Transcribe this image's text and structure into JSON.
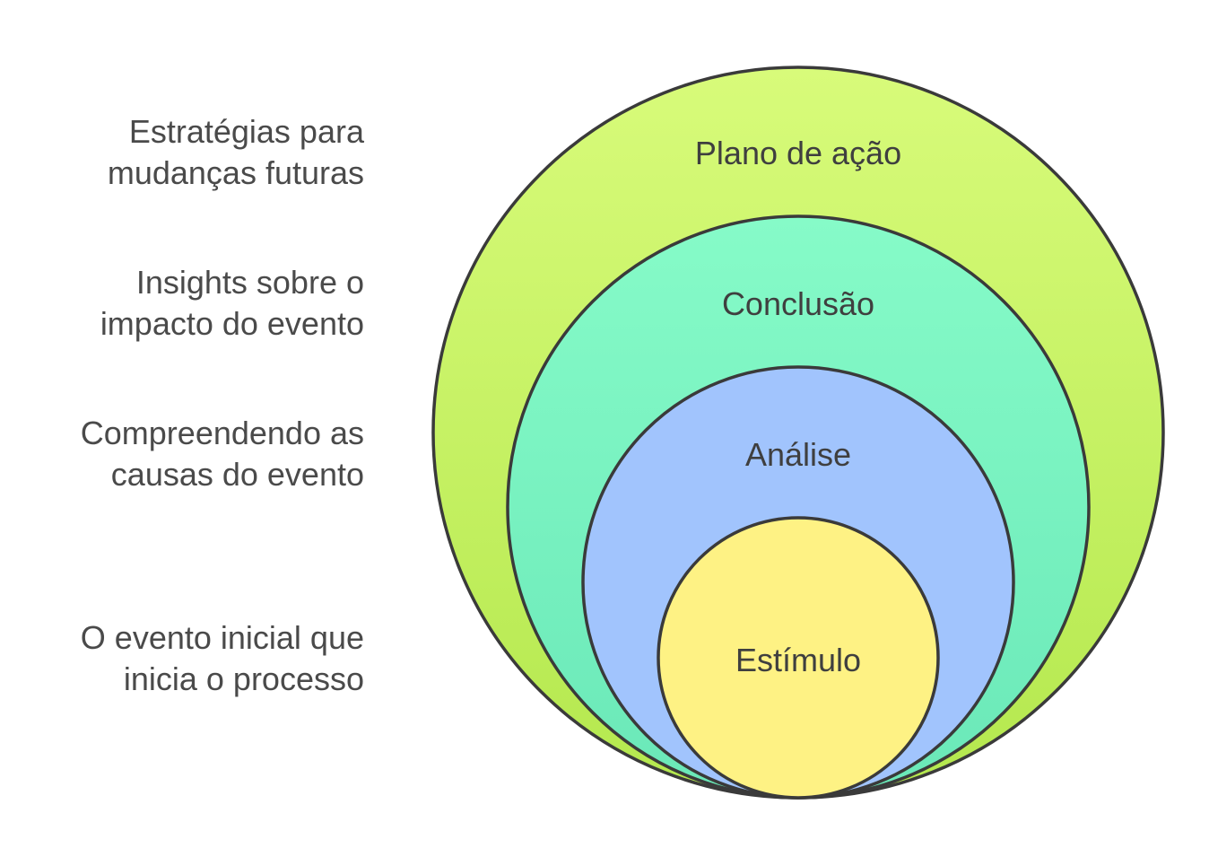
{
  "diagram": {
    "layers": [
      {
        "name": "Plano de ação",
        "color_top": "#d8fb7a",
        "color_bottom": "#b4e84e"
      },
      {
        "name": "Conclusão",
        "color_top": "#86fbc8",
        "color_bottom": "#6ae8b8"
      },
      {
        "name": "Análise",
        "color_top": "#a1c4fd",
        "color_bottom": "#a1c4fd"
      },
      {
        "name": "Estímulo",
        "color_top": "#fef284",
        "color_bottom": "#fef284"
      }
    ],
    "descriptions": [
      {
        "line1": "Estratégias para",
        "line2": "mudanças futuras"
      },
      {
        "line1": "Insights sobre o",
        "line2": "impacto do evento"
      },
      {
        "line1": "Compreendendo as",
        "line2": "causas do evento"
      },
      {
        "line1": "O evento inicial que",
        "line2": "inicia o processo"
      }
    ],
    "stroke_color": "#3a3a3a"
  }
}
